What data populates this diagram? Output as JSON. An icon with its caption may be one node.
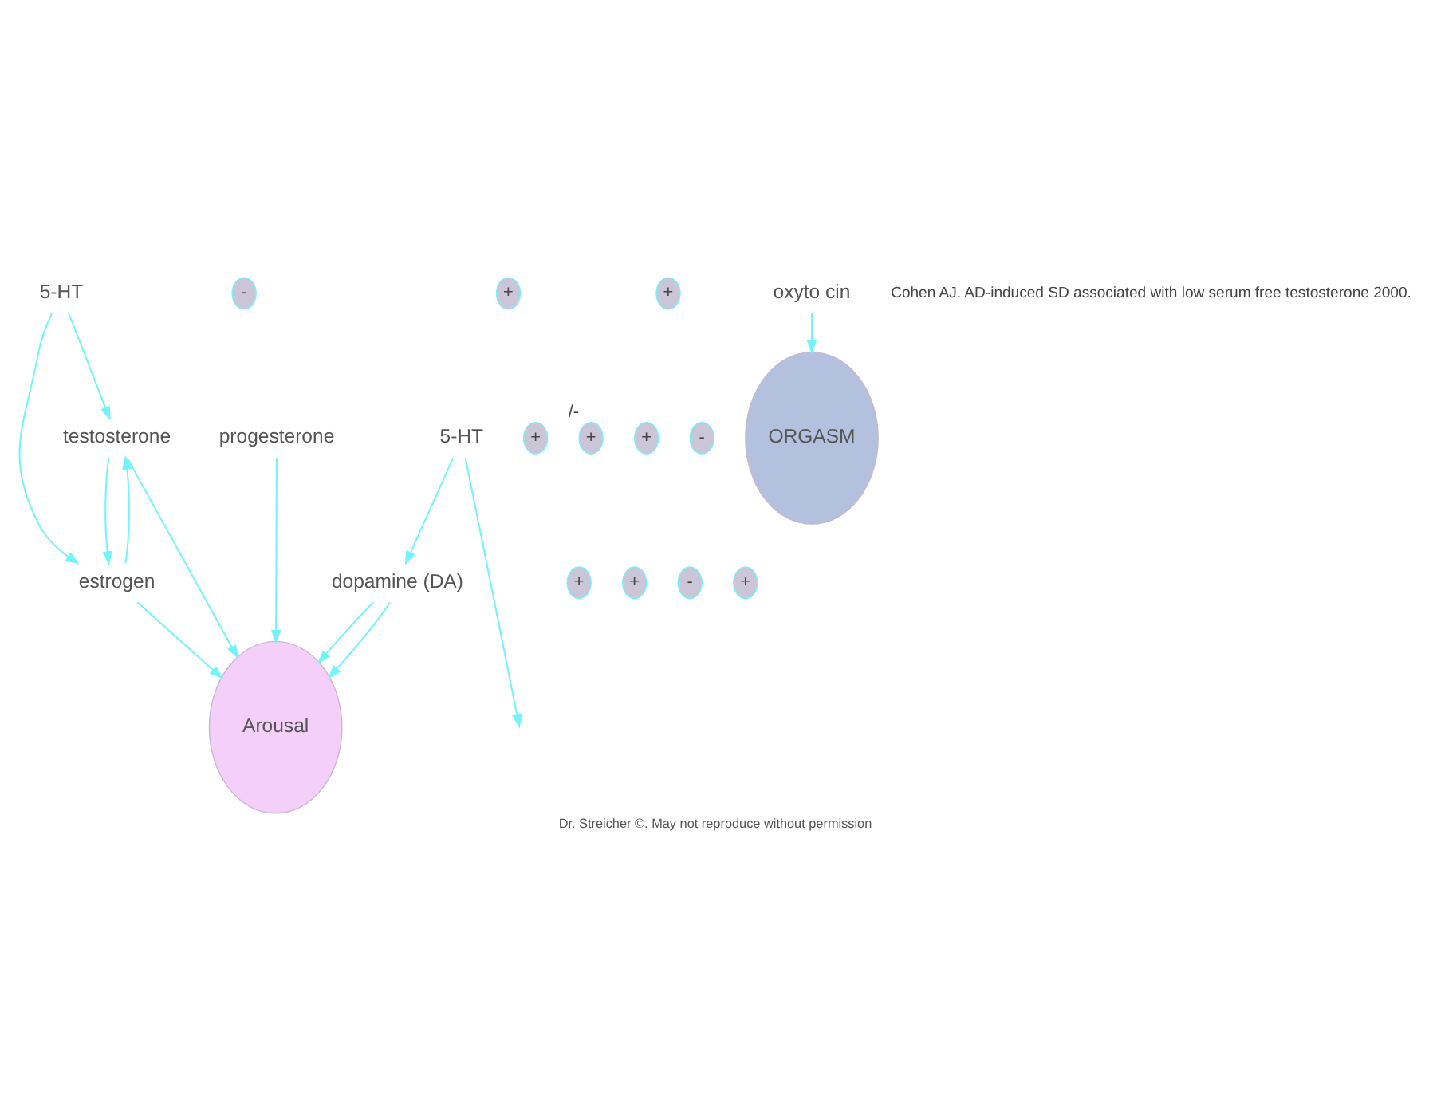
{
  "diagram": {
    "caption": "Dr. Streicher ©. May not reproduce without permission",
    "nodes": [
      {
        "text": [
          "5-HT"
        ]
      },
      {
        "text": [
          "-"
        ]
      },
      {
        "text": [
          "+"
        ]
      },
      {
        "text": [
          "testosterone"
        ]
      },
      {
        "text": [
          "progesterone"
        ]
      },
      {
        "text": [
          "+"
        ]
      },
      {
        "text": [
          "+"
        ],
        "beside": [
          "/-"
        ]
      },
      {
        "text": [
          "+"
        ]
      },
      {
        "text": [
          "estrogen"
        ]
      },
      {
        "text": [
          "+"
        ]
      },
      {
        "text": [
          "+"
        ]
      },
      {
        "text": [
          "Arousal"
        ]
      },
      {
        "text": [
          "dopamine (DA)"
        ]
      },
      {
        "text": [
          "-"
        ]
      },
      {
        "text": [
          "+"
        ]
      },
      {
        "text": [
          "5-HT"
        ]
      },
      {
        "text": [
          "-"
        ]
      },
      {
        "text": [
          "+"
        ]
      },
      {
        "text": [
          "oxyto cin"
        ]
      },
      {
        "text": [
          "ORGASM"
        ]
      }
    ],
    "edges": [
      {
        "from": 0,
        "to": 8,
        "arrow": "to"
      },
      {
        "from": 0,
        "to": 3,
        "arrow": "to"
      },
      {
        "from": 8,
        "to": 3,
        "arrow": "to"
      },
      {
        "from": 3,
        "to": 8,
        "arrow": "to"
      },
      {
        "from": 3,
        "to": 11,
        "arrow": "to"
      },
      {
        "from": 4,
        "to": 11,
        "arrow": "to"
      },
      {
        "from": 8,
        "to": 11,
        "arrow": "to"
      },
      {
        "from": 12,
        "to": 11,
        "arrow": "to"
      },
      {
        "from": 12,
        "to": 11,
        "arrow": "to"
      },
      {
        "from": 15,
        "to": 12,
        "arrow": "to"
      },
      {
        "from": 15,
        "to": null,
        "arrow": "to"
      },
      {
        "from": 18,
        "to": 19,
        "arrow": "to"
      }
    ],
    "labels": [
      "Cohen AJ. AD-induced SD associated with low serum free testosterone 2000."
    ]
  }
}
